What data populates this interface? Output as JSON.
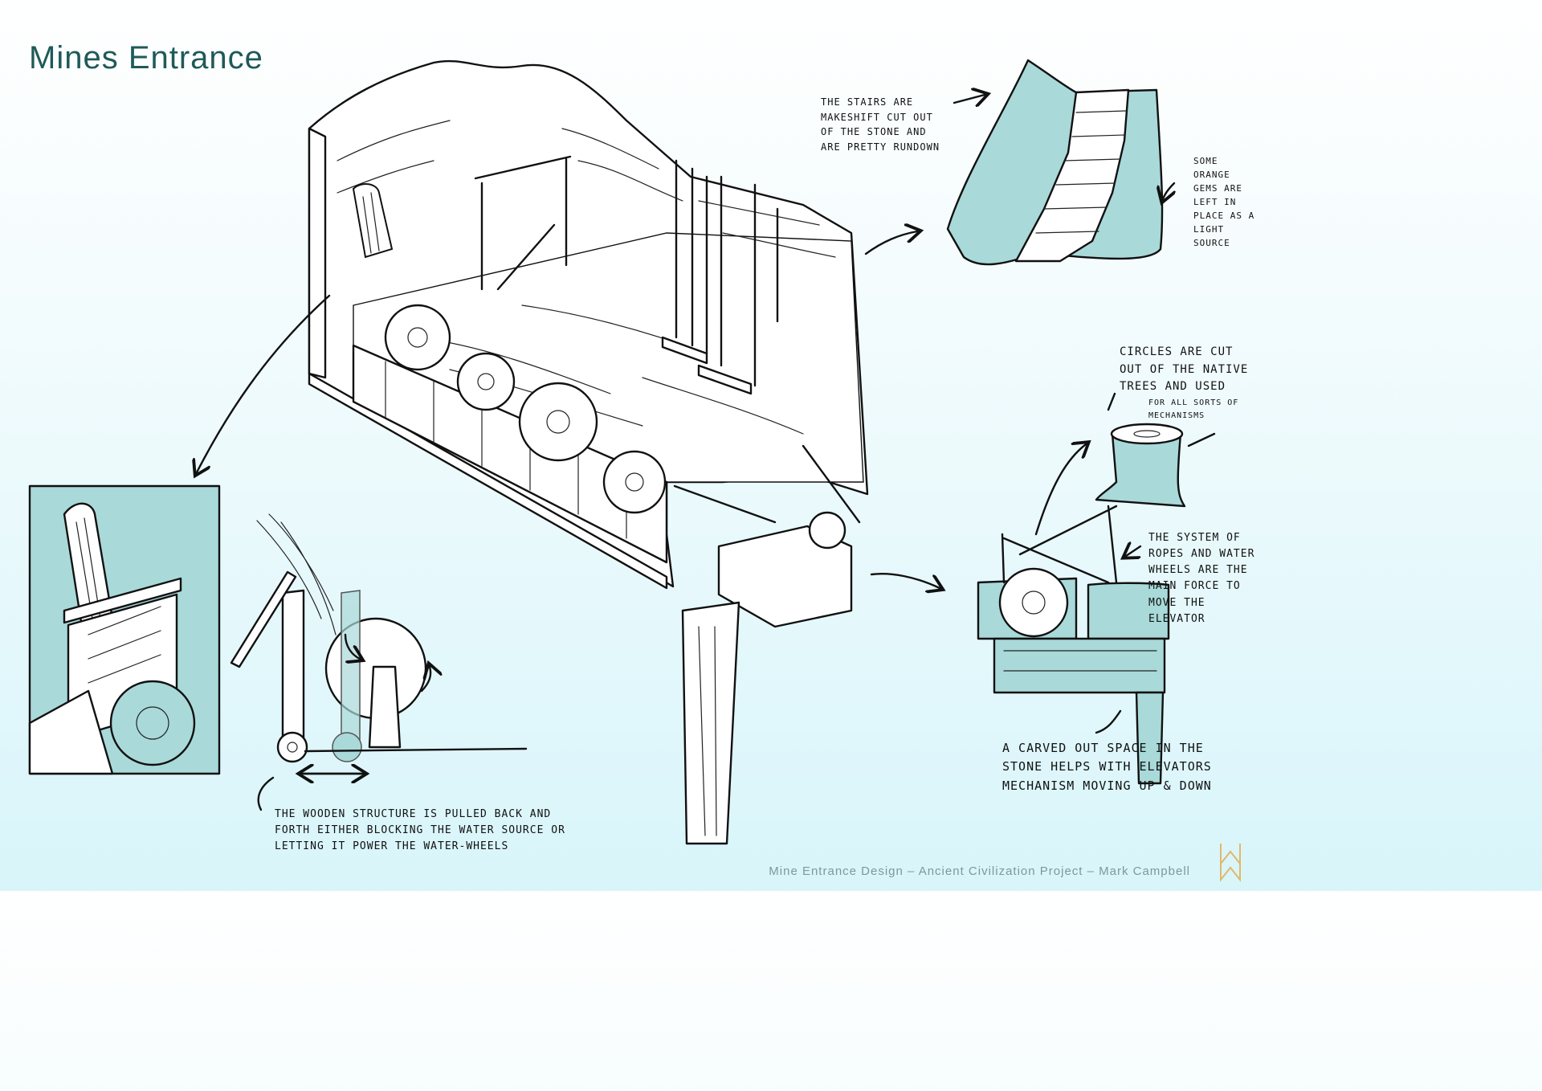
{
  "title": "Mines  Entrance",
  "notes": {
    "stairs": "The stairs are makeshift cut out of the stone and are pretty rundown",
    "gems": "Some orange gems are left in place as a light source",
    "circles": "Circles are cut out of the native trees and used",
    "circles_sub": "for all sorts of mechanisms",
    "ropes": "The system of ropes and water wheels are the main force to move the elevator",
    "carved": "A carved out space in the stone helps with elevators mechanism moving up & down",
    "wooden": "The wooden structure is pulled back and forth either blocking the water source or letting it power the water-wheels"
  },
  "footer": "Mine  Entrance  Design  –  Ancient  Civilization  Project  –  Mark  Campbell",
  "colors": {
    "accent_teal": "#a9d9d9",
    "title_color": "#1e5a58",
    "background_bottom": "#d8f5fa"
  }
}
